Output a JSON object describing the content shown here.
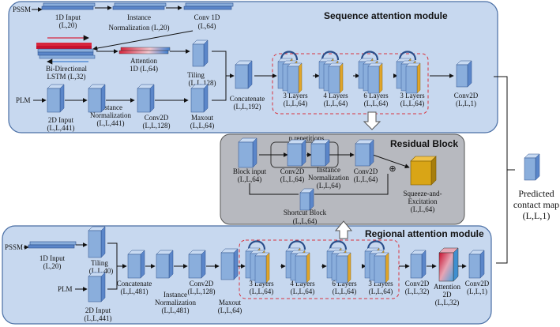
{
  "modules": {
    "sequence": {
      "title": "Sequence attention module"
    },
    "residual": {
      "title": "Residual Block",
      "repeat_label": "n repetitions"
    },
    "regional": {
      "title": "Regional attention module"
    }
  },
  "inputs": {
    "pssm": "PSSM",
    "plm": "PLM"
  },
  "seq": {
    "input_1d": [
      "1D Input",
      "(L,20)"
    ],
    "inorm_1d": [
      "Instance",
      "Normalization (L,20)"
    ],
    "conv1d": [
      "Conv 1D",
      "(L,64)"
    ],
    "bilstm": [
      "Bi-Directional",
      "LSTM (L,32)"
    ],
    "attn1d": [
      "Attention",
      "1D (L,64)"
    ],
    "tiling": [
      "Tiling",
      "(L,L,128)"
    ],
    "input_2d": [
      "2D Input",
      "(L,L,441)"
    ],
    "inorm_2d": [
      "Instance",
      "Normalization",
      "(L,L,441)"
    ],
    "conv2d_a": [
      "Conv2D",
      "(L,L,128)"
    ],
    "maxout": [
      "Maxout",
      "(L,L,64)"
    ],
    "concat": [
      "Concatenate",
      "(L,L,192)"
    ],
    "layers": [
      [
        "3 Layers",
        "(L,L,64)"
      ],
      [
        "4 Layers",
        "(L,L,64)"
      ],
      [
        "6 Layers",
        "(L,L,64)"
      ],
      [
        "3 Layers",
        "(L,L,64)"
      ]
    ],
    "conv2d_out": [
      "Conv2D",
      "(L,L,1)"
    ]
  },
  "res": {
    "block_input": [
      "Block input",
      "(L,L,64)"
    ],
    "conv2d_1": [
      "Conv2D",
      "(L,L,64)"
    ],
    "inorm": [
      "Instance",
      "Normalization",
      "(L,L,64)"
    ],
    "conv2d_2": [
      "Conv2D",
      "(L,L,64)"
    ],
    "plus": "⊕",
    "se": [
      "Squeeze-and-",
      "Excitation",
      "(L,L,64)"
    ],
    "shortcut": [
      "Shortcut Block",
      "(L,L,64)"
    ]
  },
  "reg": {
    "input_1d": [
      "1D Input",
      "(L,20)"
    ],
    "tiling": [
      "Tiling",
      "(L,L,40)"
    ],
    "input_2d": [
      "2D Input",
      "(L,L,441)"
    ],
    "concat": [
      "Concatenate",
      "(L,L,481)"
    ],
    "inorm": [
      "Instance",
      "Normalization",
      "(L,L,481)"
    ],
    "conv2d_a": [
      "Conv2D",
      "(L,L,128)"
    ],
    "maxout": [
      "Maxout",
      "(L,L,64)"
    ],
    "layers": [
      [
        "3 Layers",
        "(L,L,64)"
      ],
      [
        "4 Layers",
        "(L,L,64)"
      ],
      [
        "6 Layers",
        "(L,L,64)"
      ],
      [
        "3 Layers",
        "(L,L,64)"
      ]
    ],
    "conv2d_b": [
      "Conv2D",
      "(L,L,32)"
    ],
    "attn2d": [
      "Attention",
      "2D",
      "(L,L,32)"
    ],
    "conv2d_out": [
      "Conv2D",
      "(L,L,1)"
    ]
  },
  "output": {
    "label": [
      "Predicted",
      "contact map",
      "(L,L,1)"
    ]
  },
  "colors": {
    "panel_fill": "#c7d8ef",
    "panel_stroke": "#4a6fa5",
    "residual_fill": "#b7b9bf",
    "block_blue": "#8aaedc",
    "block_blue_light": "#c8daf2",
    "block_orange": "#e0a52a",
    "se_gold": "#d9a516",
    "dash_red": "#d9343f"
  }
}
